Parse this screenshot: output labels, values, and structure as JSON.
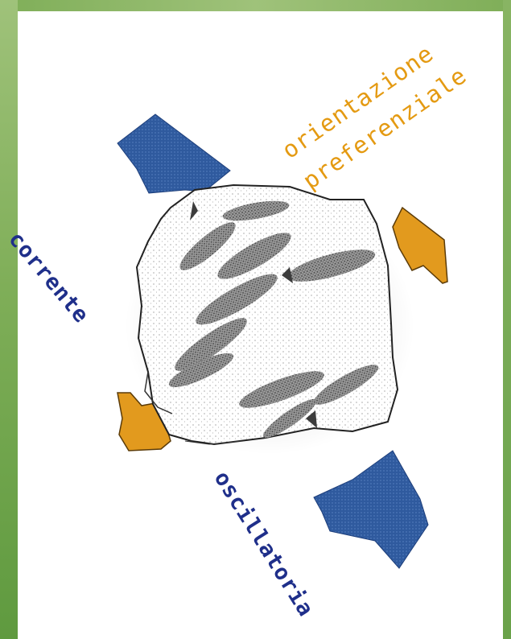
{
  "frame": {
    "color": "#7fae58"
  },
  "colors": {
    "current_arrow": "#2f5a9e",
    "orientation_arrow": "#e29a1e",
    "label_blue": "#1f2f8a",
    "label_orange": "#e49a12"
  },
  "labels": {
    "corrente": "corrente",
    "oscillatoria": "oscillatoria",
    "orientazione": "orientazione",
    "preferenziale": "preferenziale"
  },
  "icons": {
    "fossil": "fossil-fish-slab-icon",
    "arrow_current": "blue-double-arrow-icon",
    "arrow_orientation": "orange-double-arrow-icon"
  }
}
